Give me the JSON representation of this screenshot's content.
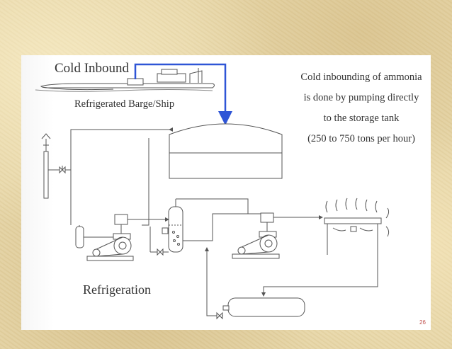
{
  "diagram": {
    "title": "Cold Inbound",
    "barge_label": "Refrigerated Barge/Ship",
    "refrigeration_label": "Refrigeration",
    "description_lines": [
      "Cold inbounding of ammonia",
      "is done by pumping directly",
      "to the storage tank",
      "(250 to 750 tons per hour)"
    ],
    "page_number": "26"
  },
  "colors": {
    "flow_arrow": "#2f55d6",
    "piping": "#555555",
    "page_number": "#c0504d"
  },
  "icons": [
    "barge-icon",
    "storage-tank-icon",
    "compressor-icon",
    "separator-vessel-icon",
    "receiver-tank-icon",
    "cooling-rack-icon",
    "vent-stack-icon",
    "valve-icon"
  ]
}
